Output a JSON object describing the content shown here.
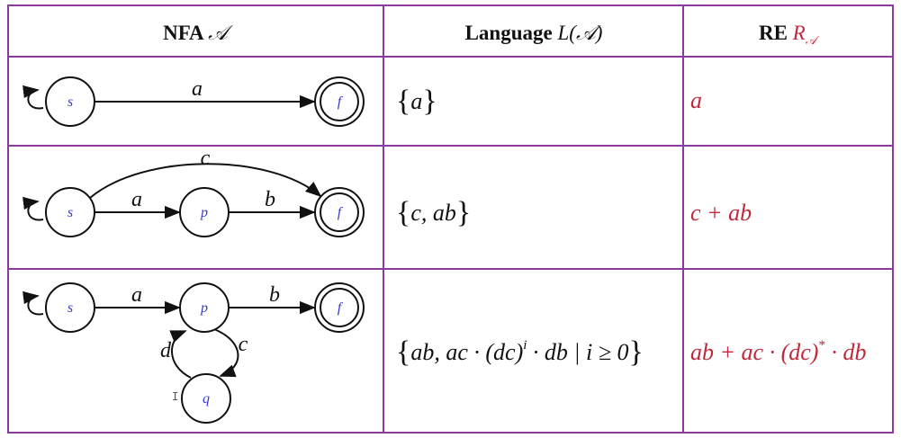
{
  "headers": {
    "nfa": "NFA",
    "nfa_sym": "𝒜",
    "lang_prefix": "Language",
    "lang_L": "L",
    "lang_open": "(",
    "lang_sym": "𝒜",
    "lang_close": ")",
    "re_prefix": "RE",
    "re_R": "R",
    "re_sub": "𝒜"
  },
  "rows": [
    {
      "states": {
        "s": "s",
        "f": "f"
      },
      "edges": {
        "sf": "a"
      },
      "language": {
        "open": "{",
        "body": "a",
        "close": "}"
      },
      "re": "a"
    },
    {
      "states": {
        "s": "s",
        "p": "p",
        "f": "f"
      },
      "edges": {
        "sp": "a",
        "pf": "b",
        "sf": "c"
      },
      "language": {
        "open": "{",
        "body": "c, ab",
        "close": "}"
      },
      "re": "c + ab"
    },
    {
      "states": {
        "s": "s",
        "p": "p",
        "f": "f",
        "q": "q"
      },
      "edges": {
        "sp": "a",
        "pf": "b",
        "pq": "c",
        "qp": "d"
      },
      "language": {
        "open": "{",
        "part1": "ab, ac · (dc)",
        "exp": "i",
        "part2": " · db | i ≥ 0",
        "close": "}"
      },
      "re": {
        "part1": "ab + ac · (dc)",
        "exp": "*",
        "part2": " · db"
      }
    }
  ],
  "colors": {
    "border": "#8a3c9c",
    "state_label": "#3a3acd",
    "re_text": "#c0283c"
  }
}
